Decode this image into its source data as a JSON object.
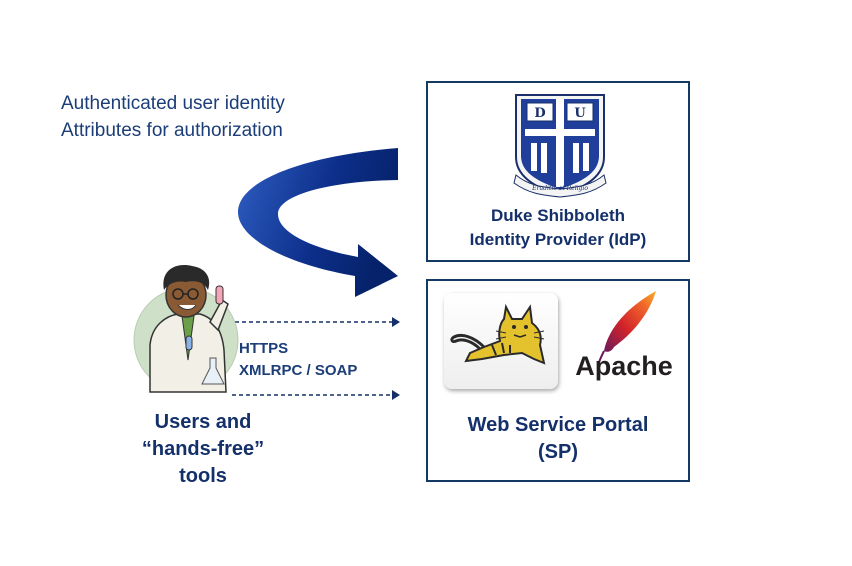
{
  "caption": {
    "line1": "Authenticated user identity",
    "line2": "Attributes for authorization"
  },
  "idp": {
    "title_line1": "Duke Shibboleth",
    "title_line2": "Identity Provider (IdP)",
    "shield_letters": [
      "D",
      "U"
    ],
    "motto": "Eruditio et Religio"
  },
  "sp": {
    "title_line1": "Web Service Portal",
    "title_line2": "(SP)",
    "apache_logo_text": "Apache"
  },
  "protocols": {
    "line1": "HTTPS",
    "line2": "XMLRPC / SOAP"
  },
  "users": {
    "line1": "Users and",
    "line2": "“hands-free”",
    "line3": "tools"
  },
  "colors": {
    "navy": "#14306a",
    "arrow_dark": "#0a2a78",
    "arrow_light": "#2f5fc4",
    "box_border": "#123a63"
  }
}
